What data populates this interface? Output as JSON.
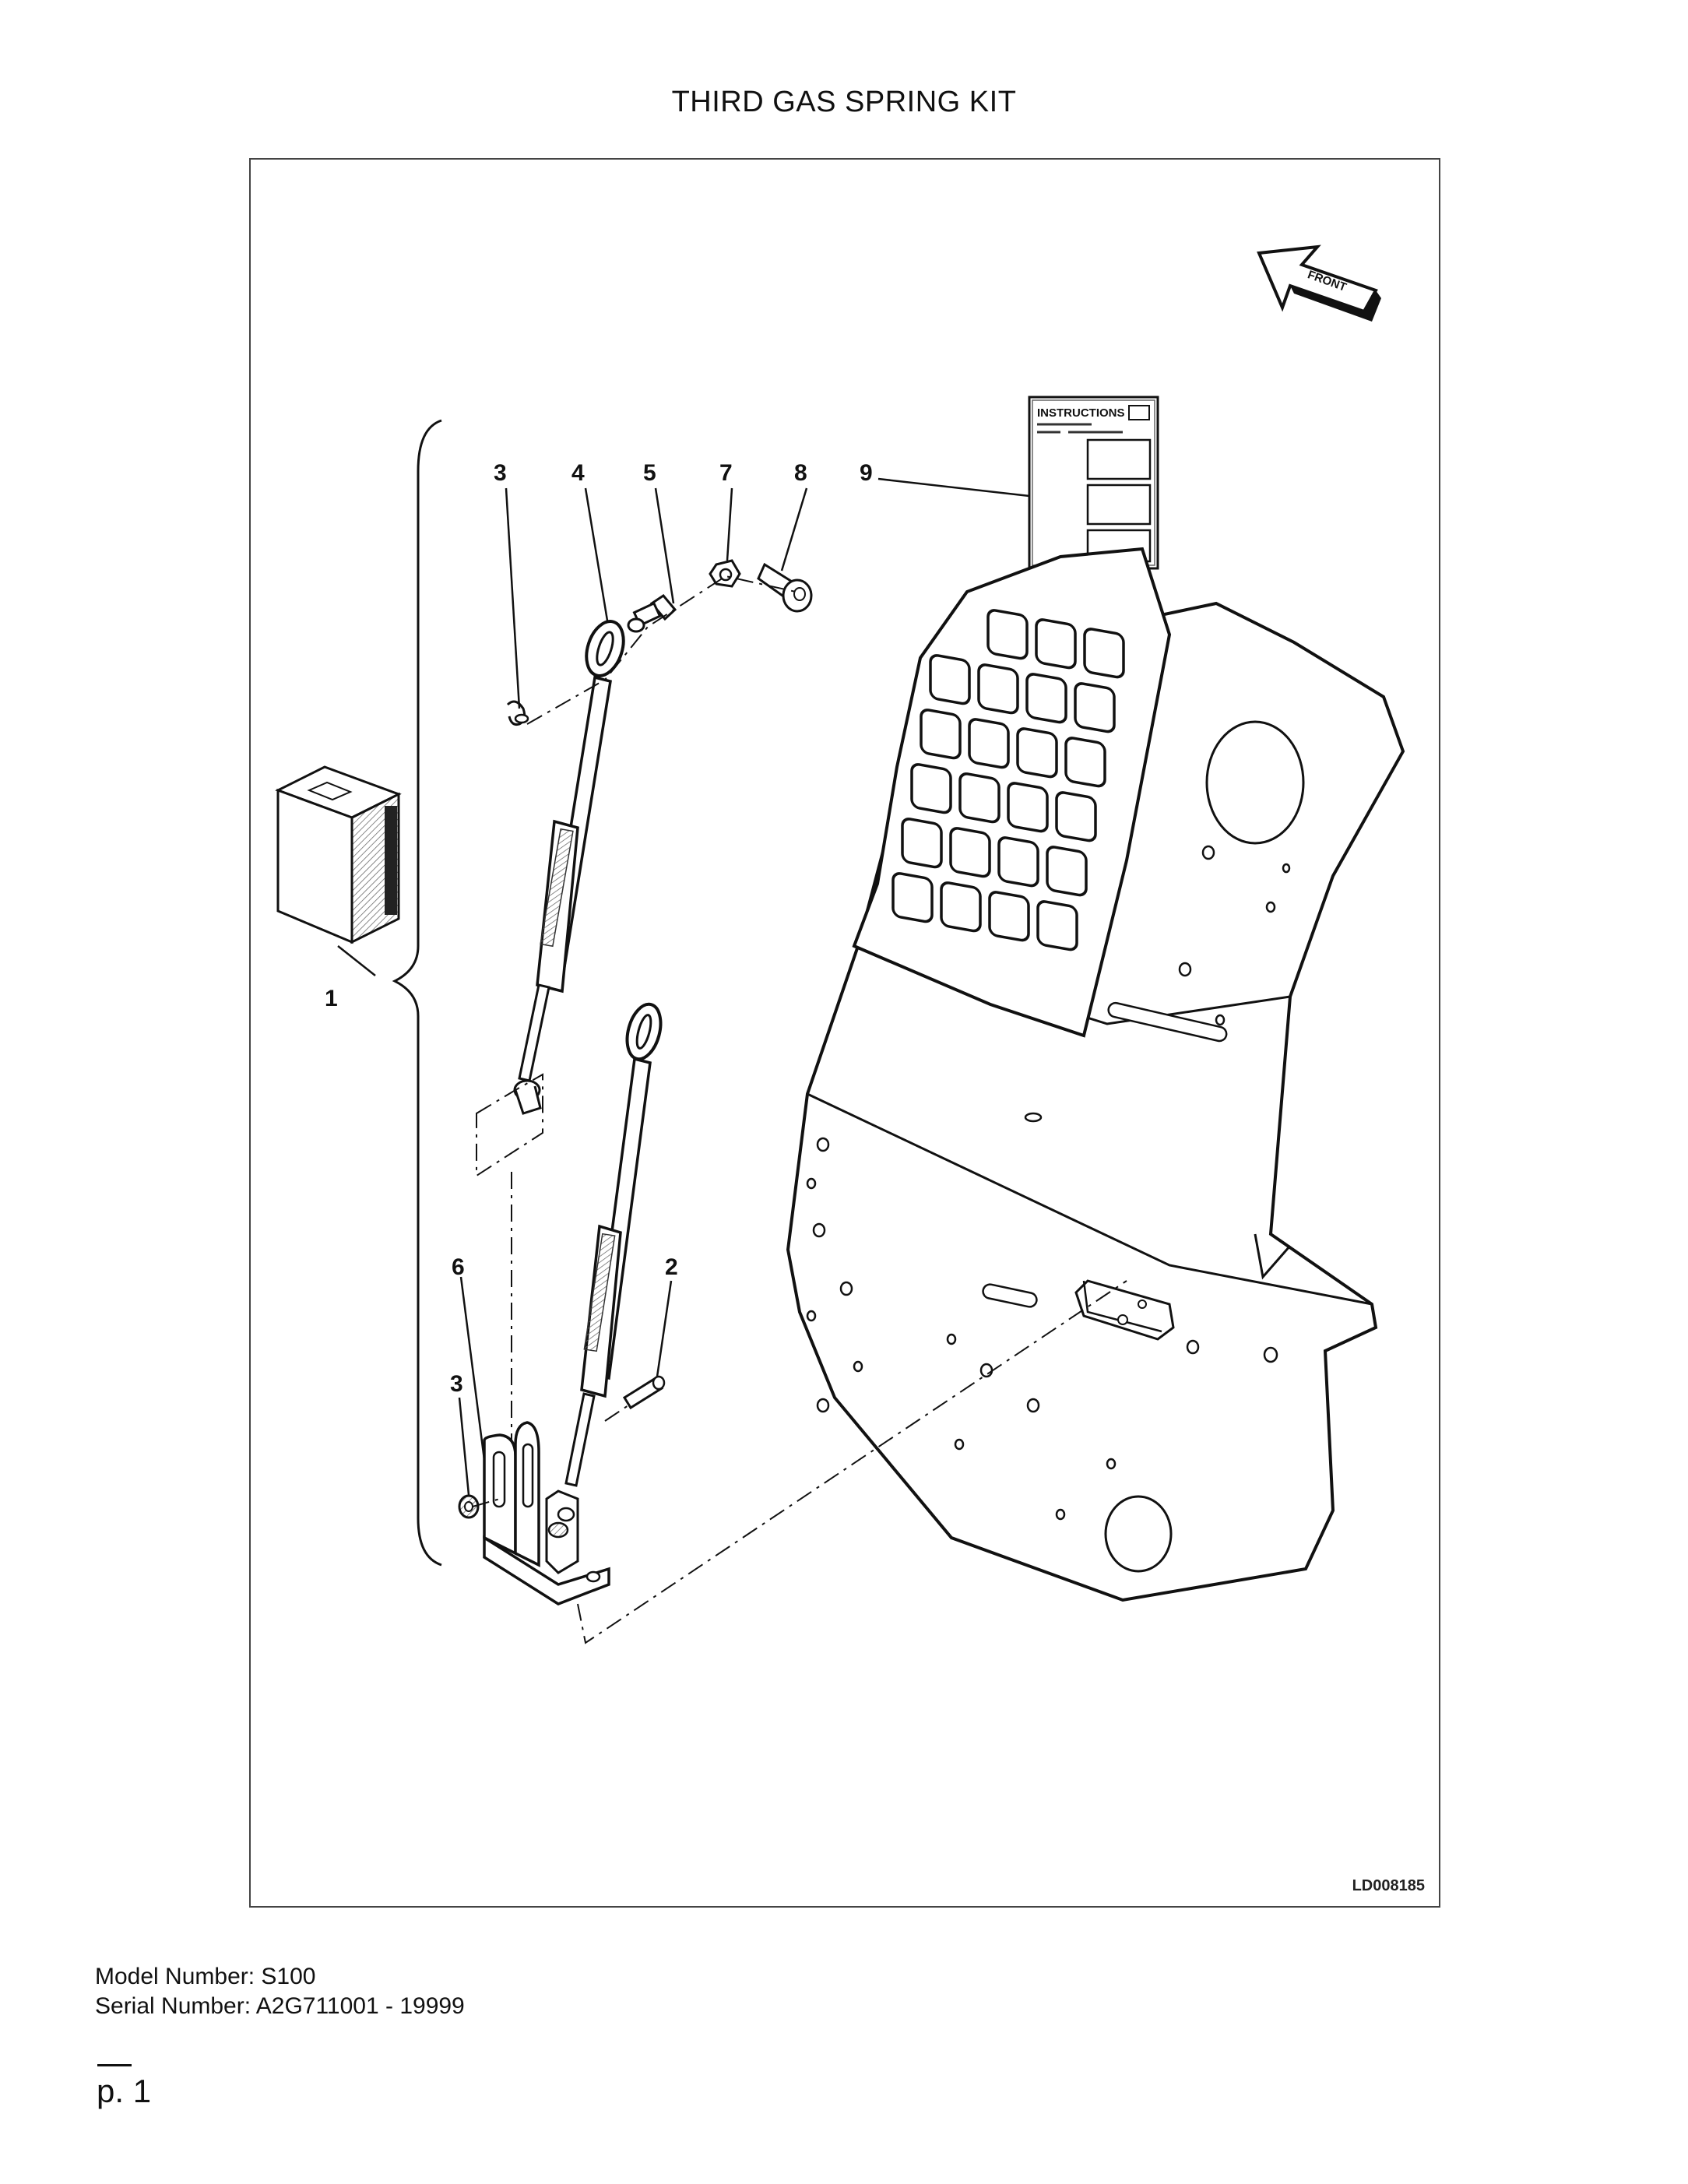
{
  "page": {
    "title": "THIRD GAS SPRING KIT",
    "figure_id": "LD008185",
    "model_number": "Model Number: S100",
    "serial_number": "Serial Number: A2G711001 - 19999",
    "page_number": "p. 1"
  },
  "diagram": {
    "front_arrow_label": "FRONT",
    "instructions_label": "INSTRUCTIONS",
    "callouts": {
      "c1": "1",
      "c2": "2",
      "c3a": "3",
      "c3b": "3",
      "c4": "4",
      "c5": "5",
      "c6": "6",
      "c7": "7",
      "c8": "8",
      "c9": "9"
    }
  }
}
